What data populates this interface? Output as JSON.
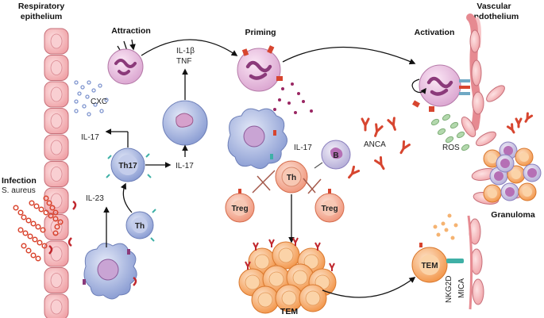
{
  "labels": {
    "respiratory_epithelium": [
      "Respiratory",
      "epithelium"
    ],
    "attraction": "Attraction",
    "priming": "Priming",
    "activation": "Activation",
    "vascular_endothelium": [
      "Vascular",
      "endothelium"
    ],
    "il1b": "IL-1β",
    "tnf": "TNF",
    "cxc": "CXC",
    "il17_left": "IL-17",
    "il17_mid": "IL-17",
    "il17_center": "IL-17",
    "il23": "IL-23",
    "infection": [
      "Infection",
      "S. aureus"
    ],
    "anca": "ANCA",
    "ros": "ROS",
    "granuloma": "Granuloma",
    "tem_label": "TEM",
    "nkg2d": "NKG2D",
    "mica": "MICA"
  },
  "cells": {
    "th17": "Th17",
    "th": "Th",
    "th_center": "Th",
    "b": "B",
    "treg_left": "Treg",
    "treg_right": "Treg",
    "tem_cell": "TEM"
  },
  "colors": {
    "epithelium": "#f4b3b6",
    "neutrophil": "#e7bfe0",
    "t_cell": "#9fb0dc",
    "treg": "#f4a58c",
    "tem": "#f5a066",
    "anca": "#d7452f",
    "ros": "#9cc89a",
    "nucleus": "#8b3a7a"
  }
}
